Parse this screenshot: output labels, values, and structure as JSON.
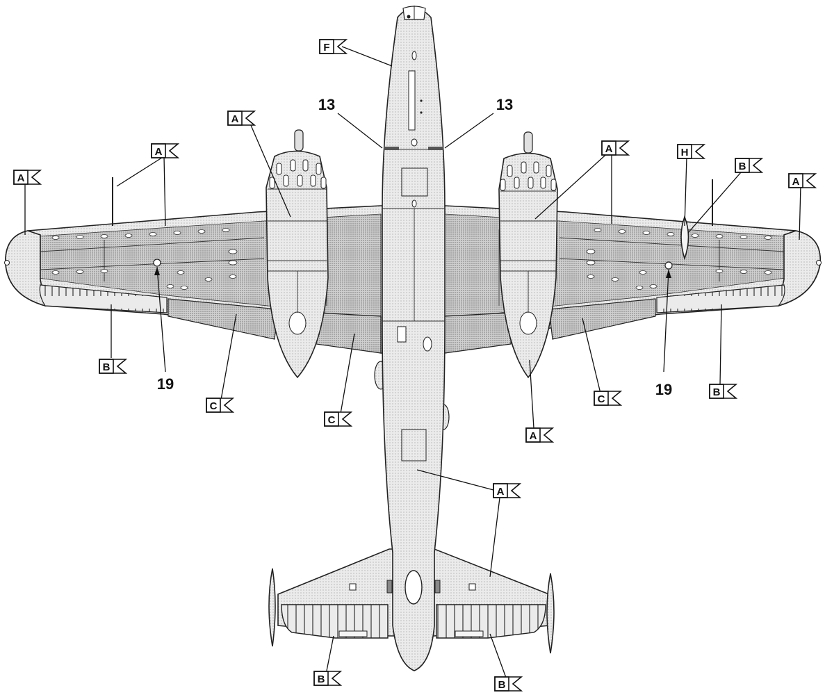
{
  "tags": {
    "paint_a": "A",
    "paint_b": "B",
    "paint_c": "C",
    "paint_f": "F",
    "paint_h": "H"
  },
  "numbers": {
    "n13": "13",
    "n19": "19"
  },
  "colors": {
    "light_gray": "#e4e4e4",
    "medium_gray": "#c4c4c4",
    "outline": "#222222"
  }
}
